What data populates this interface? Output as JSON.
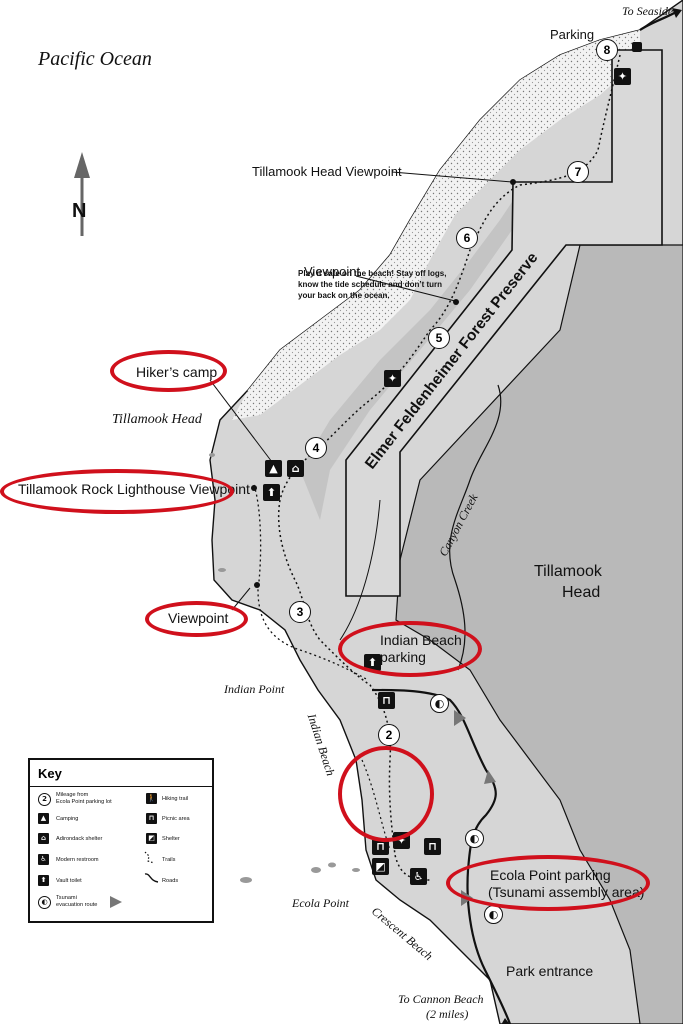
{
  "title": "Pacific Ocean",
  "north_label": "N",
  "places": {
    "to_seaside": "To Seaside",
    "to_cannon_beach": "To Cannon Beach",
    "to_cannon_beach_dist": "(2 miles)",
    "tillamook_head_cape": "Tillamook Head",
    "tillamook_head_area_1": "Tillamook",
    "tillamook_head_area_2": "Head",
    "indian_point": "Indian Point",
    "indian_beach": "Indian Beach",
    "ecola_point": "Ecola Point",
    "crescent_beach": "Crescent Beach",
    "canyon_creek": "Canyon Creek",
    "forest_preserve": "Elmer Feldenheimer Forest Preserve"
  },
  "labels": {
    "parking": "Parking",
    "tillamook_head_viewpoint": "Tillamook Head Viewpoint",
    "viewpoint_upper": "Viewpoint",
    "hikers_camp": "Hiker’s camp",
    "lighthouse_viewpoint": "Tillamook Rock Lighthouse Viewpoint",
    "viewpoint_lower": "Viewpoint",
    "indian_beach_parking_1": "Indian Beach",
    "indian_beach_parking_2": "parking",
    "ecola_point_parking_1": "Ecola Point parking",
    "ecola_point_parking_2": "(Tsunami assembly area)",
    "park_entrance": "Park entrance"
  },
  "safety_note": {
    "line1": "Play it safe on the beach! Stay off logs,",
    "line2": "know the tide schedule and don’t turn",
    "line3": "your back on the ocean."
  },
  "mileage_markers": [
    "2",
    "3",
    "4",
    "5",
    "6",
    "7",
    "8"
  ],
  "key": {
    "title": "Key",
    "items_left": [
      {
        "icon": "mileage-icon",
        "glyph": "2",
        "label1": "Mileage from",
        "label2": "Ecola Point parking lot"
      },
      {
        "icon": "camping-icon",
        "glyph": "▲",
        "label1": "Camping",
        "label2": ""
      },
      {
        "icon": "adirondack-shelter-icon",
        "glyph": "⌂",
        "label1": "Adirondack shelter",
        "label2": ""
      },
      {
        "icon": "modern-restroom-icon",
        "glyph": "♿",
        "label1": "Modern restroom",
        "label2": ""
      },
      {
        "icon": "vault-toilet-icon",
        "glyph": "⬆",
        "label1": "Vault toilet",
        "label2": ""
      },
      {
        "icon": "tsunami-route-icon",
        "glyph": "◐",
        "label1": "Tsunami",
        "label2": "evacuation route"
      }
    ],
    "items_right": [
      {
        "icon": "hiking-trail-icon",
        "glyph": "🚶",
        "label": "Hiking trail"
      },
      {
        "icon": "picnic-area-icon",
        "glyph": "⊓",
        "label": "Picnic area"
      },
      {
        "icon": "shelter-icon",
        "glyph": "◩",
        "label": "Shelter"
      },
      {
        "icon": "trails-icon",
        "glyph": "",
        "label": "Trails"
      },
      {
        "icon": "roads-icon",
        "glyph": "",
        "label": "Roads"
      }
    ]
  },
  "colors": {
    "annotation_red": "#d0101c",
    "land_gray": "#b9b9b9",
    "light_gray": "#d6d6d6",
    "sand": "#e9e9e9"
  }
}
